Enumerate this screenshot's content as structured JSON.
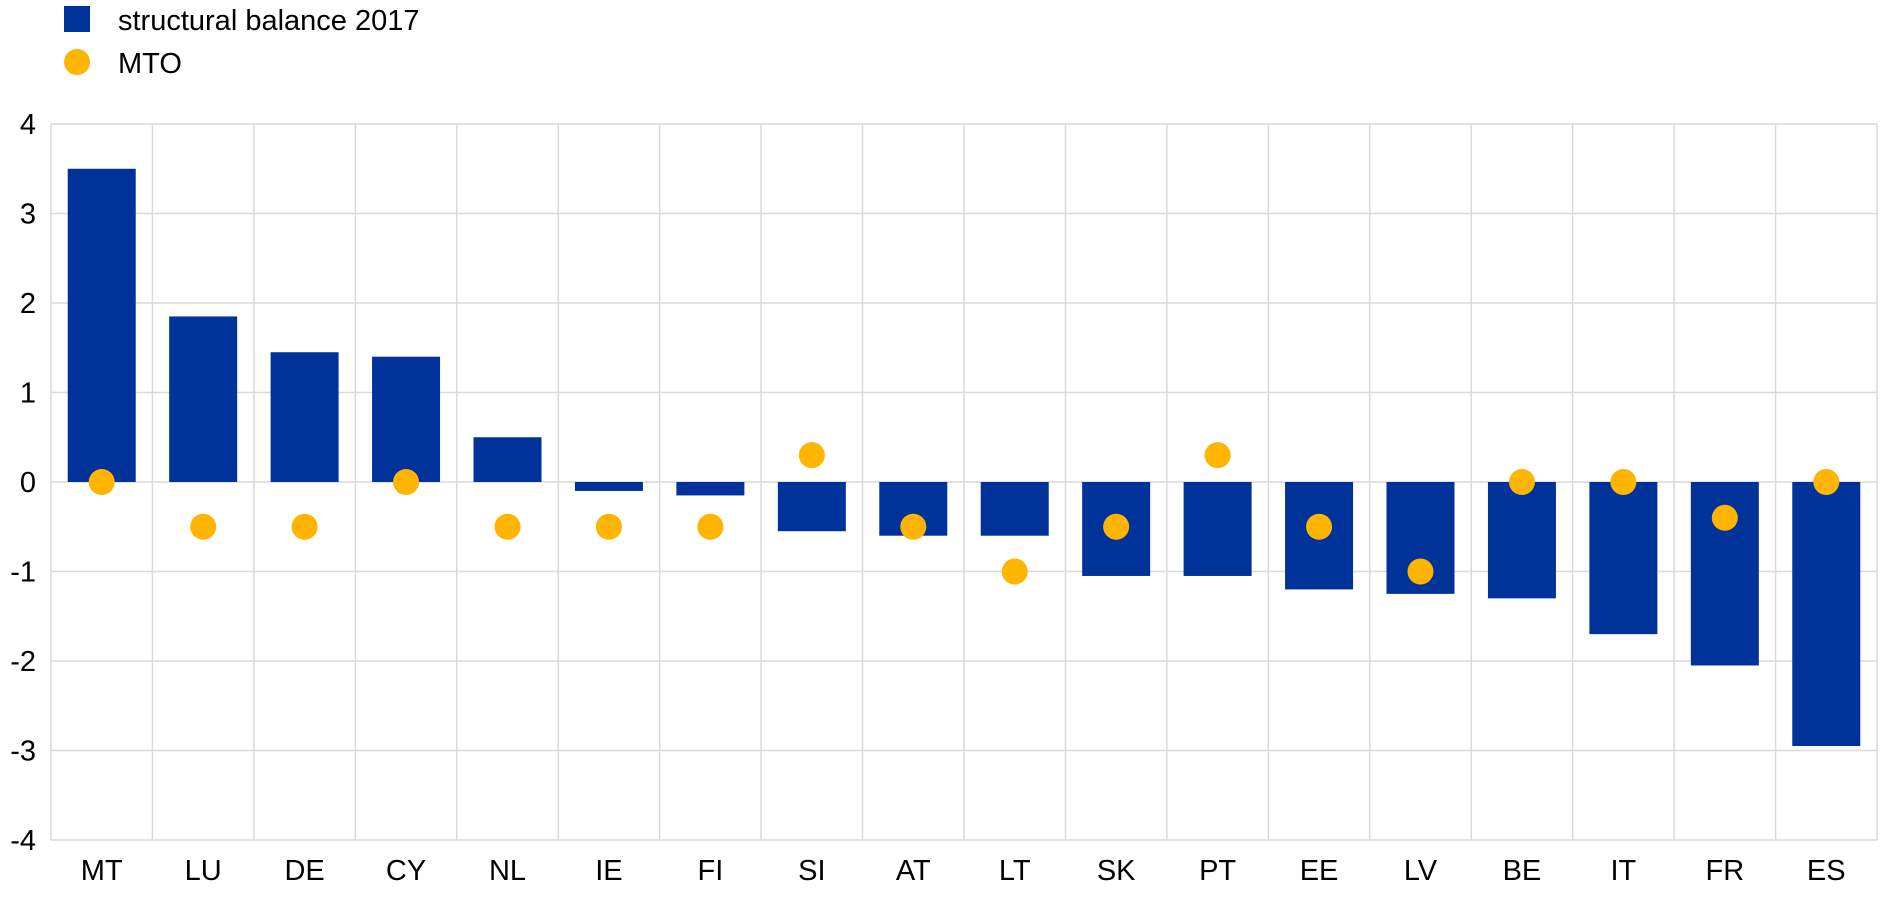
{
  "chart_data": {
    "type": "bar",
    "categories": [
      "MT",
      "LU",
      "DE",
      "CY",
      "NL",
      "IE",
      "FI",
      "SI",
      "AT",
      "LT",
      "SK",
      "PT",
      "EE",
      "LV",
      "BE",
      "IT",
      "FR",
      "ES"
    ],
    "series": [
      {
        "name": "structural balance 2017",
        "type": "bar",
        "color": "#003399",
        "values": [
          3.5,
          1.85,
          1.45,
          1.4,
          0.5,
          -0.1,
          -0.15,
          -0.55,
          -0.6,
          -0.6,
          -1.05,
          -1.05,
          -1.2,
          -1.25,
          -1.3,
          -1.7,
          -2.05,
          -2.95
        ]
      },
      {
        "name": "MTO",
        "type": "scatter",
        "color": "#FFB400",
        "values": [
          0,
          -0.5,
          -0.5,
          0,
          -0.5,
          -0.5,
          -0.5,
          0.3,
          -0.5,
          -1.0,
          -0.5,
          0.3,
          -0.5,
          -1.0,
          0,
          0,
          -0.4,
          0
        ]
      }
    ],
    "ylim": [
      -4,
      4
    ],
    "yticks": [
      4,
      3,
      2,
      1,
      0,
      -1,
      -2,
      -3,
      -4
    ],
    "ytick_labels": [
      "4",
      "3",
      "2",
      "1",
      "0",
      "-1",
      "-2",
      "-3",
      "-4"
    ],
    "grid": true,
    "legend_position": "top-left",
    "title": "",
    "xlabel": "",
    "ylabel": ""
  }
}
